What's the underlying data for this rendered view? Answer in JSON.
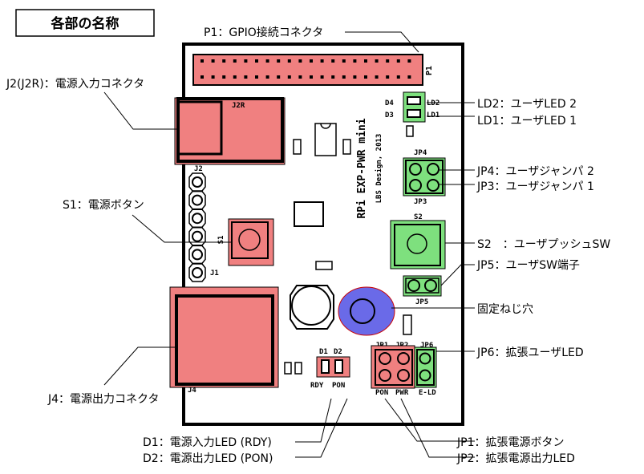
{
  "title": "各部の名称",
  "board": {
    "name": "RPi EXP-PWR mini",
    "credit": "LBS Design, 2013"
  },
  "silkscreen": {
    "p1": "P1",
    "j2r": "J2R",
    "j2": "J2",
    "j1": "J1",
    "s1": "S1",
    "s2": "S2",
    "j4": "J4",
    "d4": "D4",
    "d3": "D3",
    "ld2": "LD2",
    "ld1": "LD1",
    "jp4": "JP4",
    "jp3": "JP3",
    "jp5": "JP5",
    "d1": "D1",
    "d2": "D2",
    "rdy": "RDY",
    "pon": "PON",
    "jp1": "JP1",
    "jp2": "JP2",
    "jp6": "JP6",
    "pon2": "PON",
    "pwr": "PWR",
    "eld": "E-LD"
  },
  "labels": {
    "p1": "P1：GPIO接続コネクタ",
    "j2": "J2(J2R)：電源入力コネクタ",
    "s1": "S1：電源ボタン",
    "j4": "J4：電源出力コネクタ",
    "d1": "D1：電源入力LED (RDY)",
    "d2": "D2：電源出力LED (PON)",
    "ld2": "LD2：ユーザLED 2",
    "ld1": "LD1：ユーザLED 1",
    "jp4": "JP4：ユーザジャンパ 2",
    "jp3": "JP3：ユーザジャンパ 1",
    "s2": "S2　：ユーザプッシュSW",
    "jp5": "JP5：ユーザSW端子",
    "hole": "固定ねじ穴",
    "jp6": "JP6：拡張ユーザLED",
    "jp1": "JP1：拡張電源ボタン",
    "jp2": "JP2：拡張電源出力LED"
  },
  "colors": {
    "red_highlight": "#f08080",
    "green_highlight": "#7ee07e",
    "blue_highlight": "#6a6ae8"
  }
}
